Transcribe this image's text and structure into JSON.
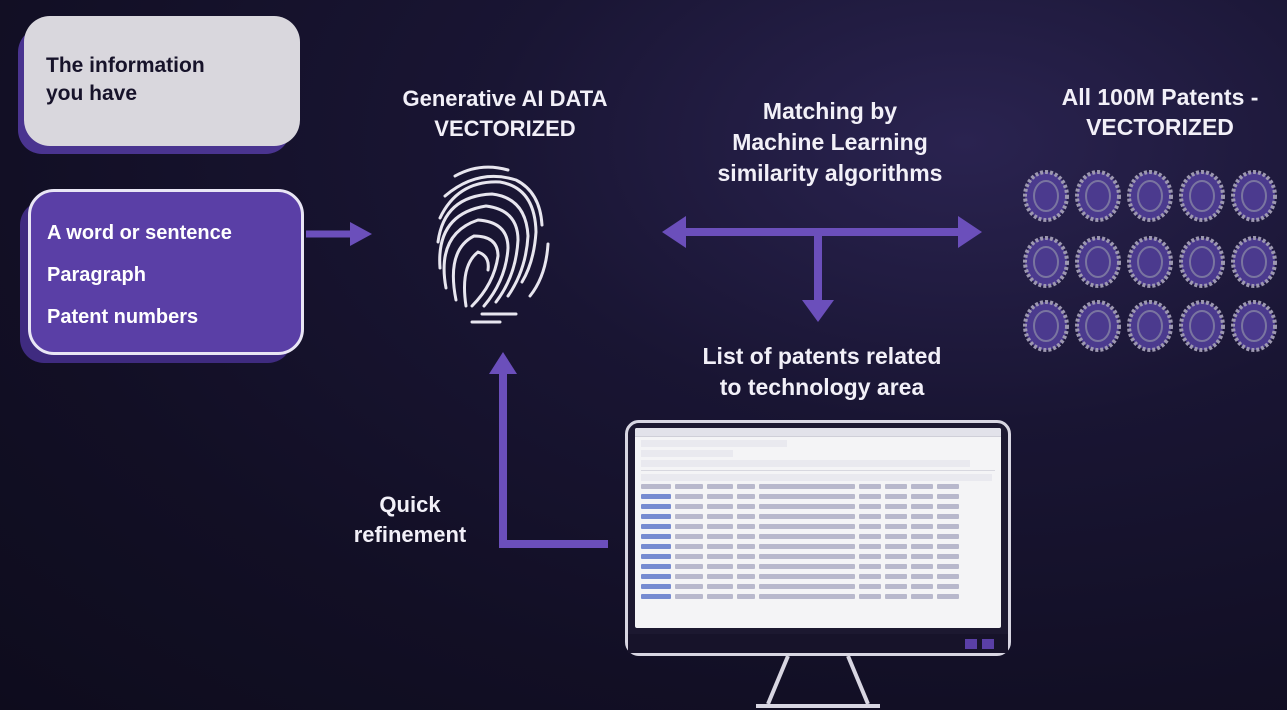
{
  "input_box": {
    "title": "The information you have",
    "title_line1": "The information",
    "title_line2": "you have"
  },
  "input_types": {
    "items": [
      "A word or sentence",
      "Paragraph",
      "Patent numbers"
    ]
  },
  "generative": {
    "line1": "Generative AI DATA",
    "line2": "VECTORIZED"
  },
  "matching": {
    "line1": "Matching by",
    "line2": "Machine Learning",
    "line3": "similarity algorithms"
  },
  "patents": {
    "line1": "All 100M Patents -",
    "line2": "VECTORIZED"
  },
  "results": {
    "line1": "List of patents related",
    "line2": "to technology area"
  },
  "refinement": {
    "line1": "Quick",
    "line2": "refinement"
  },
  "colors": {
    "accent": "#6b4fbb",
    "arrow": "#6b4fbb",
    "box_gray": "#d9d7dd",
    "box_purple": "#5a3fa6"
  }
}
